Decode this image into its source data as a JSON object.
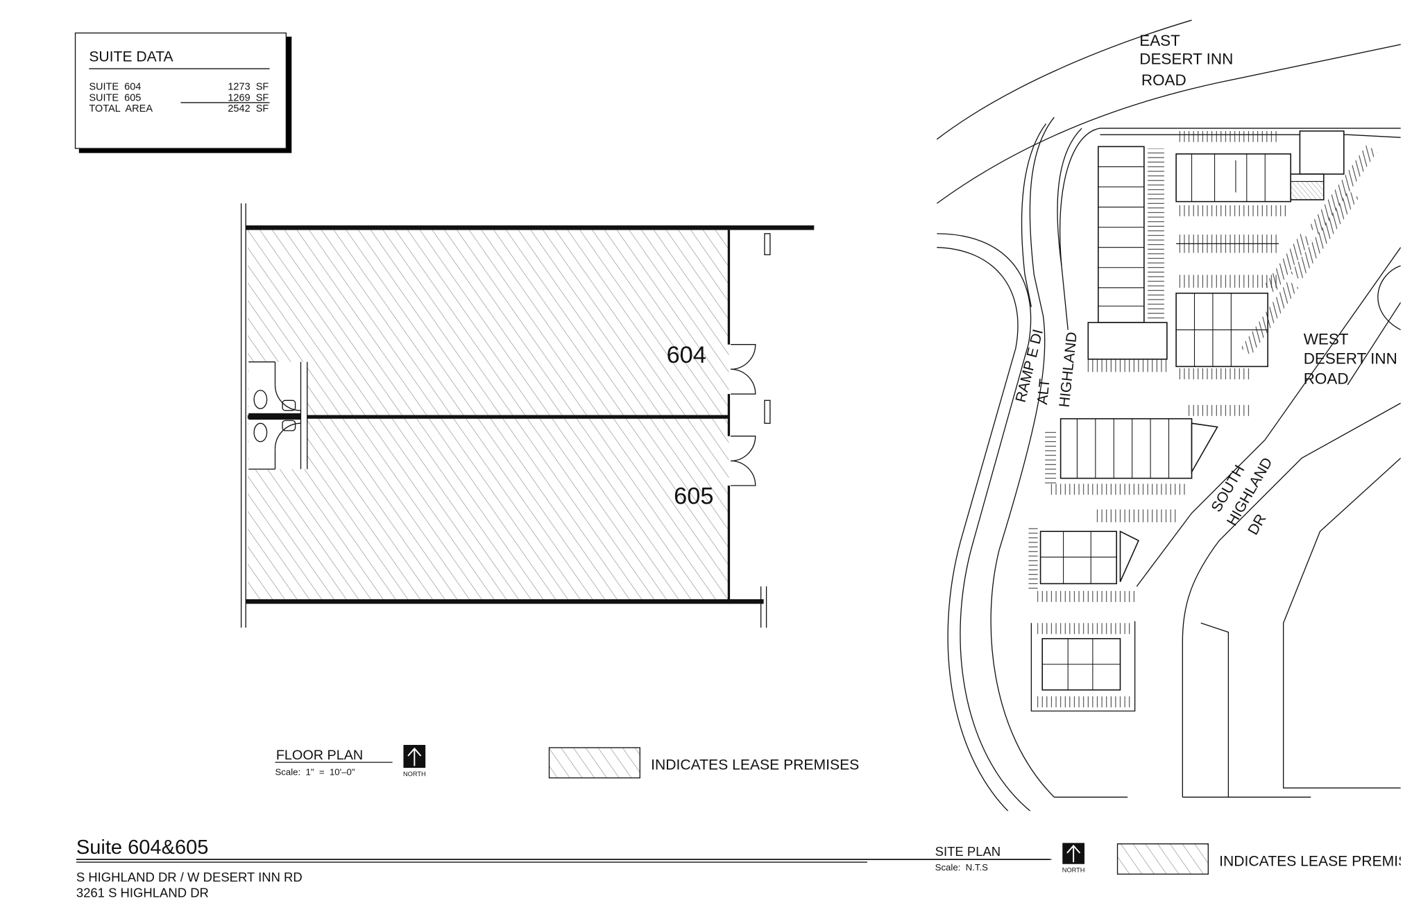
{
  "suite_data": {
    "title": "SUITE DATA",
    "rows": [
      {
        "label": "SUITE  604",
        "value": "1273  SF"
      },
      {
        "label": "SUITE  605",
        "value": "1269  SF"
      },
      {
        "label": "TOTAL  AREA",
        "value": "2542  SF"
      }
    ]
  },
  "floor_plan": {
    "suites": [
      "604",
      "605"
    ],
    "title": "FLOOR PLAN",
    "scale": "Scale:  1\"  =  10'–0\"",
    "north_label": "NORTH",
    "legend_text": "INDICATES LEASE PREMISES"
  },
  "site_plan": {
    "title": "SITE PLAN",
    "scale": "Scale:  N.T.S",
    "north_label": "NORTH",
    "legend_text": "INDICATES LEASE PREMISES",
    "roads": {
      "east_desert_inn": [
        "EAST",
        "DESERT INN",
        "ROAD"
      ],
      "west_desert_inn": [
        "WEST",
        "DESERT INN",
        "ROAD"
      ],
      "ramp": [
        "RAMP E DI",
        "ALT",
        "HIGHLAND"
      ],
      "south_highland": [
        "SOUTH",
        "HIGHLAND",
        "DR"
      ]
    }
  },
  "title_block": {
    "title": "Suite 604&605",
    "address_line1": "S HIGHLAND DR / W DESERT INN RD",
    "address_line2": "3261 S HIGHLAND DR"
  },
  "colors": {
    "ink": "#111111",
    "hatch": "#777777",
    "paper": "#ffffff"
  }
}
